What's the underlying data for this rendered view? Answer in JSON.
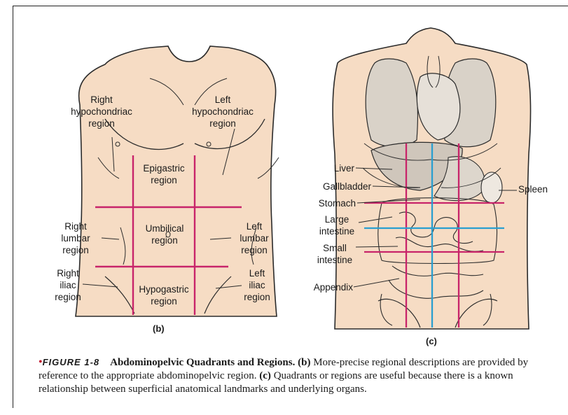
{
  "panel_b": {
    "tag": "(b)",
    "regions": {
      "right_hypochondriac": [
        "Right",
        "hypochondriac",
        "region"
      ],
      "left_hypochondriac": [
        "Left",
        "hypochondriac",
        "region"
      ],
      "epigastric": [
        "Epigastric",
        "region"
      ],
      "right_lumbar": [
        "Right",
        "lumbar",
        "region"
      ],
      "umbilical": [
        "Umbilical",
        "region"
      ],
      "left_lumbar": [
        "Left",
        "lumbar",
        "region"
      ],
      "right_iliac": [
        "Right",
        "iliac",
        "region"
      ],
      "hypogastric": [
        "Hypogastric",
        "region"
      ],
      "left_iliac": [
        "Left",
        "iliac",
        "region"
      ]
    }
  },
  "panel_c": {
    "tag": "(c)",
    "organs": {
      "liver": "Liver",
      "gallbladder": "Gallbladder",
      "stomach": "Stomach",
      "large_intestine": [
        "Large",
        "intestine"
      ],
      "small_intestine": [
        "Small",
        "intestine"
      ],
      "appendix": "Appendix",
      "spleen": "Spleen"
    }
  },
  "caption": {
    "bullet": "•",
    "figure_label": "FIGURE 1-8",
    "title": "Abdominopelvic Quadrants and Regions.",
    "part_b_tag": "(b)",
    "part_b_text": "More-precise regional descriptions are provided by reference to the appropriate abdominopelvic region.",
    "part_c_tag": "(c)",
    "part_c_text": "Quadrants or regions are useful because there is a known relationship between superficial anatomical landmarks and underlying organs."
  },
  "colors": {
    "region_lines": "#c8246a",
    "quadrant_lines": "#2a9fd0",
    "skin": "#f6dcc4",
    "outline": "#2b2b2b"
  }
}
